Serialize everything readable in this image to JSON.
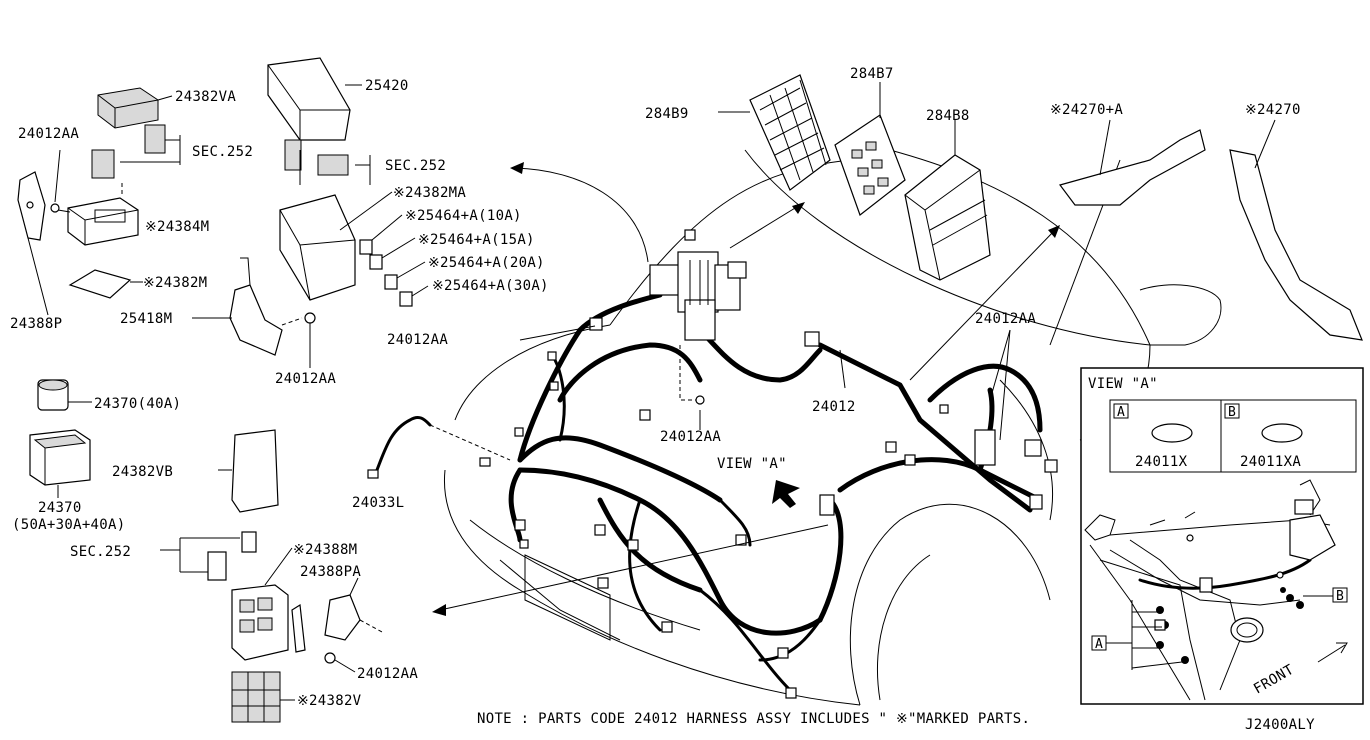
{
  "diagram": {
    "id_code": "J2400ALY",
    "note": "NOTE : PARTS CODE 24012  HARNESS ASSY INCLUDES \" ※\"MARKED PARTS.",
    "view_a_pointer": "VIEW \"A\"",
    "labels": {
      "p24382VA": "24382VA",
      "p25420": "25420",
      "p24012AA_tl": "24012AA",
      "sec252_a": "SEC.252",
      "sec252_b": "SEC.252",
      "p24384M": "※24384M",
      "p24382MA": "※24382MA",
      "p25464_10": "※25464+A(10A)",
      "p25464_15": "※25464+A(15A)",
      "p25464_20": "※25464+A(20A)",
      "p25464_30": "※25464+A(30A)",
      "p24382M": "※24382M",
      "p24388P": "24388P",
      "p25418M": "25418M",
      "p24012AA_mid": "24012AA",
      "p24012AA_fuse": "24012AA",
      "p24370_40": "24370(40A)",
      "p24370": "24370",
      "p24370_sub": "(50A+30A+40A)",
      "p24382VB": "24382VB",
      "sec252_c": "SEC.252",
      "p24388M": "※24388M",
      "p24388PA": "24388PA",
      "p24012AA_bl": "24012AA",
      "p24382V": "※24382V",
      "p24033L": "24033L",
      "p24012AA_center": "24012AA",
      "p24012": "24012",
      "p24012AA_right": "24012AA",
      "p284B9": "284B9",
      "p284B7": "284B7",
      "p284B8": "284B8",
      "p24270A": "※24270+A",
      "p24270": "※24270"
    },
    "inset": {
      "title": "VIEW \"A\"",
      "callout_a": "A",
      "callout_b": "B",
      "part_a": "24011X",
      "part_b": "24011XA",
      "pointer_a": "A",
      "pointer_b": "B",
      "front": "FRONT"
    }
  }
}
